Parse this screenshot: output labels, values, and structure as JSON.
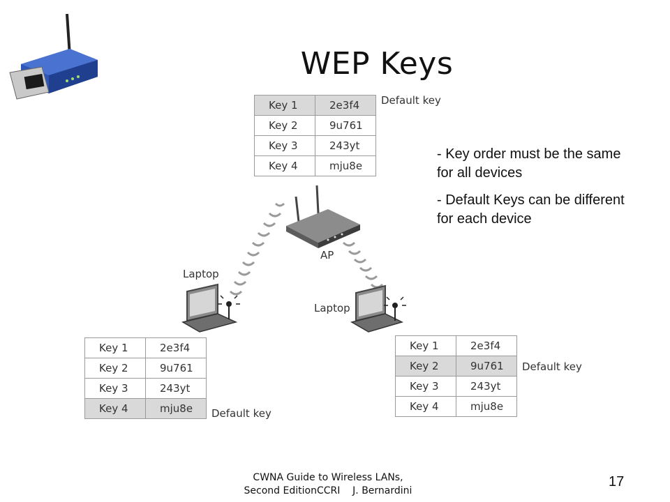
{
  "slide": {
    "title": "WEP Keys",
    "page_number": "17",
    "footer_line1": "CWNA Guide to Wireless LANs,",
    "footer_line2": "Second EditionCCRI    J. Bernardini"
  },
  "notes": [
    "- Key order must be the same for all devices",
    "- Default Keys can be different for each device"
  ],
  "labels": {
    "ap": "AP",
    "laptop_left": "Laptop",
    "laptop_right": "Laptop",
    "default_key": "Default key"
  },
  "tables": {
    "ap": {
      "rows": [
        {
          "key": "Key 1",
          "value": "2e3f4"
        },
        {
          "key": "Key 2",
          "value": "9u761"
        },
        {
          "key": "Key 3",
          "value": "243yt"
        },
        {
          "key": "Key 4",
          "value": "mju8e"
        }
      ],
      "default_index": 0
    },
    "left": {
      "rows": [
        {
          "key": "Key 1",
          "value": "2e3f4"
        },
        {
          "key": "Key 2",
          "value": "9u761"
        },
        {
          "key": "Key 3",
          "value": "243yt"
        },
        {
          "key": "Key 4",
          "value": "mju8e"
        }
      ],
      "default_index": 3
    },
    "right": {
      "rows": [
        {
          "key": "Key 1",
          "value": "2e3f4"
        },
        {
          "key": "Key 2",
          "value": "9u761"
        },
        {
          "key": "Key 3",
          "value": "243yt"
        },
        {
          "key": "Key 4",
          "value": "mju8e"
        }
      ],
      "default_index": 1
    }
  },
  "colors": {
    "default_row": "#d9d9d9",
    "border": "#9a9a9a",
    "router_body": "#2f57b8"
  }
}
